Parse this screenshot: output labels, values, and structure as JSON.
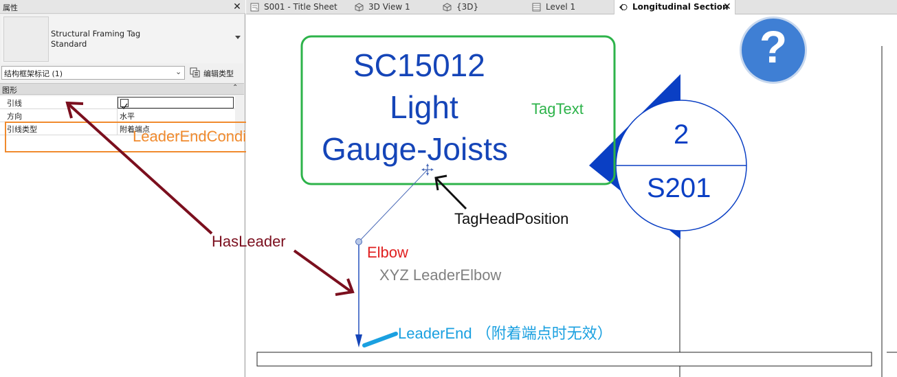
{
  "properties": {
    "title": "属性",
    "close": "✕",
    "type_family": "Structural Framing Tag",
    "type_name": "Standard",
    "instance_selector": "结构框架标记 (1)",
    "edit_type": "编辑类型",
    "group": "图形",
    "params": [
      {
        "name": "引线",
        "value": ""
      },
      {
        "name": "方向",
        "value": "水平"
      },
      {
        "name": "引线类型",
        "value": "附着端点"
      }
    ],
    "leader_checked": true
  },
  "tabs": [
    {
      "label": "S001 - Title Sheet",
      "icon": "sheet-icon"
    },
    {
      "label": "3D View 1",
      "icon": "3d-view-icon"
    },
    {
      "label": "{3D}",
      "icon": "3d-view-icon"
    },
    {
      "label": "Level 1",
      "icon": "plan-view-icon"
    },
    {
      "label": "Longitudinal Section",
      "icon": "section-view-icon",
      "active": true
    }
  ],
  "tab_close": "✕",
  "tag": {
    "line1": "SC15012",
    "line2": "Light",
    "line3": "Gauge-Joists"
  },
  "section_marker": {
    "number": "2",
    "sheet": "S201"
  },
  "annotations": {
    "leader_end_condition": "LeaderEndCondition",
    "tag_text": "TagText",
    "tag_head_position": "TagHeadPosition",
    "has_leader": "HasLeader",
    "elbow": "Elbow",
    "xyz_leader_elbow": "XYZ LeaderElbow",
    "leader_end": "LeaderEnd （附着端点时无效）"
  },
  "help_icon": "?",
  "colors": {
    "tag_text": "#1545b8",
    "tag_box": "#2db34a",
    "marker": "#0a3fc4",
    "annotation_orange": "#f08a2d",
    "annotation_dark_red": "#7b0f1e",
    "annotation_red": "#e02020",
    "annotation_gray": "#808080",
    "annotation_cyan": "#1aa0e0",
    "help_bg": "#3f7fd4"
  }
}
